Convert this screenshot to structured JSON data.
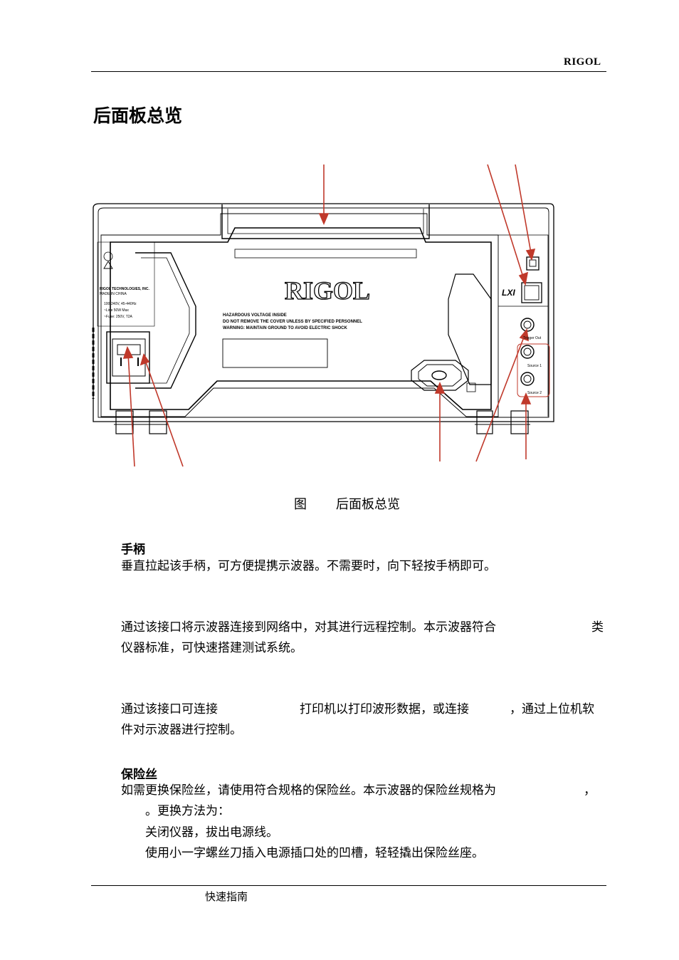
{
  "header": {
    "brand": "RIGOL"
  },
  "page_title": "后面板总览",
  "figure": {
    "brand_logo": "RIGOL",
    "caption_prefix": "图",
    "caption_text": "后面板总览",
    "warning_lines": [
      "HAZARDOUS VOLTAGE INSIDE",
      "DO NOT REMOVE THE COVER UNLESS BY SPECIFIED PERSONNEL",
      "WARNING: MAINTAIN GROUND TO AVOID ELECTRIC SHOCK"
    ],
    "label_lines": [
      "RIGOL TECHNOLOGIES, INC.",
      "MADE IN CHINA",
      "100-240V, 45-440Hz",
      "~Line  50W  Max",
      "~Fuse:  250V,  T2A"
    ],
    "lxi_label": "LXI",
    "ports": {
      "trigger_out": "Trigger Out",
      "source1": "Source 1",
      "source2": "Source 2"
    }
  },
  "sections": {
    "handle": {
      "heading": "手柄",
      "line1": "垂直拉起该手柄，可方便提携示波器。不需要时，向下轻按手柄即可。"
    },
    "lan": {
      "line1": "通过该接口将示波器连接到网络中，对其进行远程控制。本示波器符合",
      "line1_tail": "类",
      "line2": "仪器标准，可快速搭建测试系统。"
    },
    "usb": {
      "line1a": "通过该接口可连接",
      "line1b": "打印机以打印波形数据，或连接",
      "line1c": "，通过上位机软",
      "line2": "件对示波器进行控制。"
    },
    "fuse": {
      "heading": "保险丝",
      "line1": "如需更换保险丝，请使用符合规格的保险丝。本示波器的保险丝规格为",
      "line1_tail": "，",
      "line2": "。更换方法为：",
      "step1": "关闭仪器，拔出电源线。",
      "step2": "使用小一字螺丝刀插入电源插口处的凹槽，轻轻撬出保险丝座。"
    }
  },
  "footer": {
    "text": "快速指南"
  }
}
